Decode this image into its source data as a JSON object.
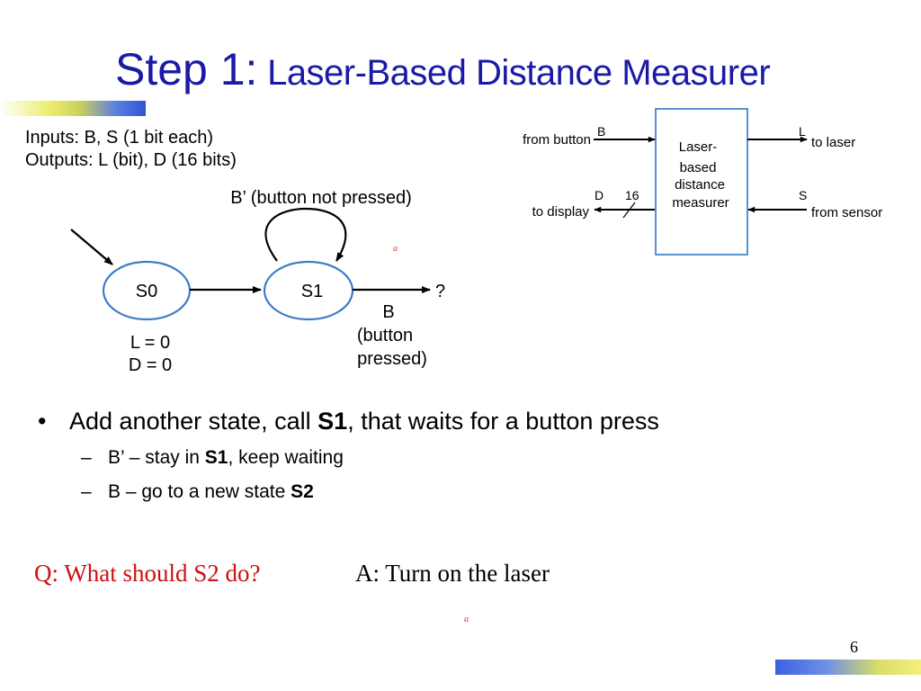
{
  "title": {
    "step": "Step 1:",
    "rest": " Laser-Based Distance Measurer"
  },
  "io": {
    "inputs": "Inputs: B, S (1 bit each)",
    "outputs": "Outputs: L (bit), D (16 bits)"
  },
  "fsm": {
    "states": [
      {
        "id": "S0",
        "outputs": [
          "L = 0",
          "D = 0"
        ]
      },
      {
        "id": "S1"
      }
    ],
    "self_loop_label": "B’ (button not pressed)",
    "exit_target": "?",
    "exit_label": [
      "B",
      "(button",
      "pressed)"
    ],
    "annotation_mark": "a"
  },
  "block": {
    "lines": [
      "Laser-",
      "based",
      "distance",
      "measurer"
    ],
    "ports": {
      "B": {
        "label": "B",
        "desc": "from button"
      },
      "L": {
        "label": "L",
        "desc": "to laser"
      },
      "D": {
        "label": "D",
        "desc": "to display",
        "width": "16"
      },
      "S": {
        "label": "S",
        "desc": "from sensor"
      }
    }
  },
  "bullets": {
    "main": {
      "prefix": "Add another state, call ",
      "bold": "S1",
      "suffix": ", that waits for a button press"
    },
    "sub": [
      {
        "prefix": "B’ – stay in ",
        "bold": "S1",
        "suffix": ", keep waiting"
      },
      {
        "prefix": "B – go to a new state ",
        "bold": "S2",
        "suffix": ""
      }
    ]
  },
  "qa": {
    "question": "Q: What should S2 do?",
    "answer": "A: Turn on the laser",
    "annotation_mark": "a"
  },
  "page_number": "6",
  "colors": {
    "title": "#1a1aa6",
    "state_stroke": "#3b7dc4",
    "block_stroke": "#2f77c4",
    "question": "#cc1111",
    "annotation": "#e03030"
  }
}
